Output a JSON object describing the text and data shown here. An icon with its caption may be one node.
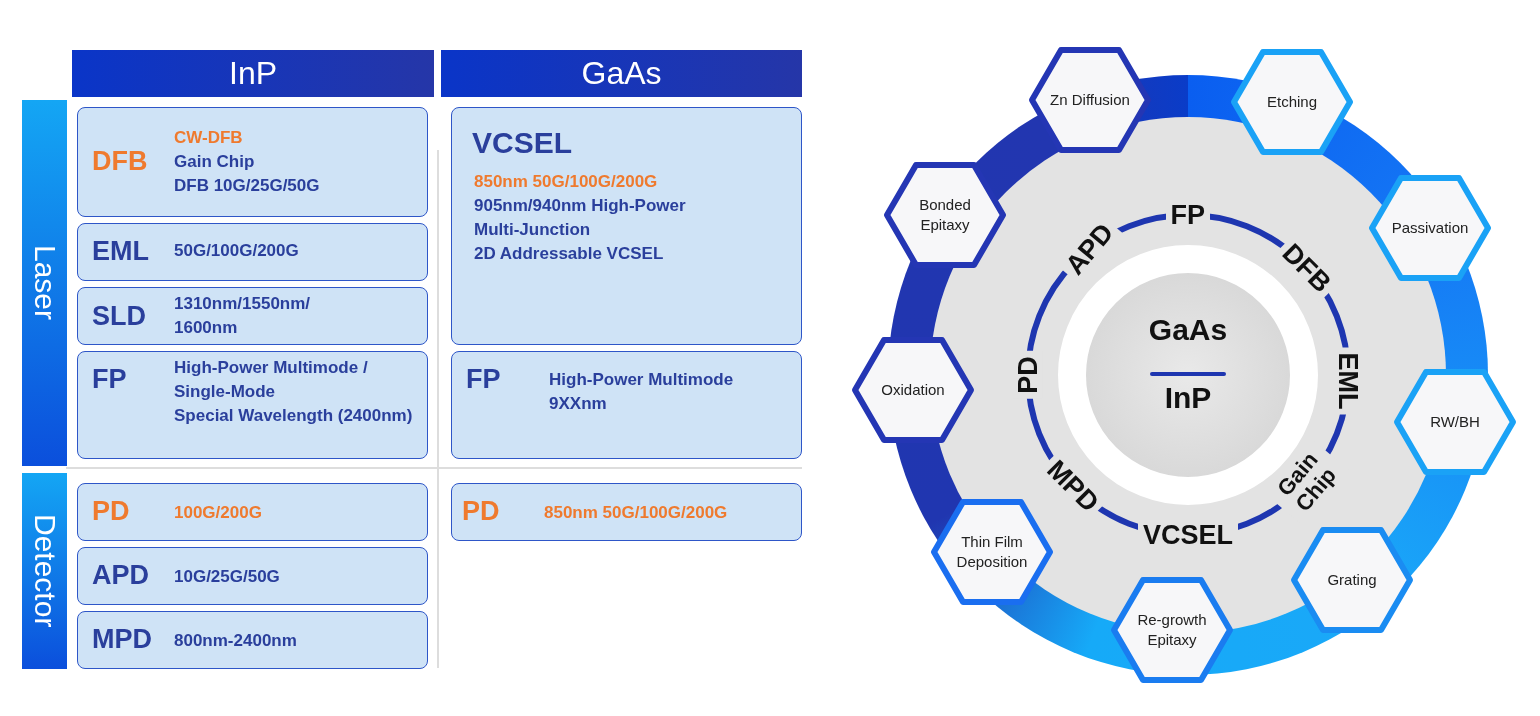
{
  "diagram": {
    "nodes": [
      {
        "text": [
          "InP"
        ]
      },
      {
        "text": [
          "GaAs"
        ]
      },
      {
        "text": [
          "Laser"
        ]
      },
      {
        "text": [
          "Detector"
        ]
      },
      {
        "text": [
          "DFB",
          "CW-DFB",
          "Gain Chip",
          "DFB 10G/25G/50G"
        ]
      },
      {
        "text": [
          "EML",
          "50G/100G/200G"
        ]
      },
      {
        "text": [
          "SLD",
          "1310nm/1550nm/ 1600nm"
        ]
      },
      {
        "text": [
          "FP",
          "High-Power Multimode / Single-Mode",
          "Special Wavelength (2400nm)"
        ]
      },
      {
        "text": [
          "VCSEL",
          "850nm 50G/100G/200G",
          "905nm/940nm High-Power",
          "Multi-Junction",
          "2D Addressable VCSEL"
        ]
      },
      {
        "text": [
          "FP",
          "High-Power Multimode 9XXnm"
        ]
      },
      {
        "text": [
          "PD",
          "100G/200G"
        ]
      },
      {
        "text": [
          "APD",
          "10G/25G/50G"
        ]
      },
      {
        "text": [
          "MPD",
          "800nm-2400nm"
        ]
      },
      {
        "text": [
          "PD",
          "850nm 50G/100G/200G"
        ]
      },
      {
        "text": [
          "GaAs",
          "InP"
        ]
      },
      {
        "text": [
          "Zn Diffusion"
        ]
      },
      {
        "text": [
          "Etching"
        ]
      },
      {
        "text": [
          "Passivation"
        ]
      },
      {
        "text": [
          "RW/BH"
        ]
      },
      {
        "text": [
          "Grating"
        ]
      },
      {
        "text": [
          "Re-growth Epitaxy"
        ]
      },
      {
        "text": [
          "Thin Film Deposition"
        ]
      },
      {
        "text": [
          "Oxidation"
        ]
      },
      {
        "text": [
          "Bonded Epitaxy"
        ]
      }
    ],
    "labels": [
      "FP",
      "DFB",
      "EML",
      "Gain Chip",
      "VCSEL",
      "MPD",
      "PD",
      "APD"
    ]
  }
}
